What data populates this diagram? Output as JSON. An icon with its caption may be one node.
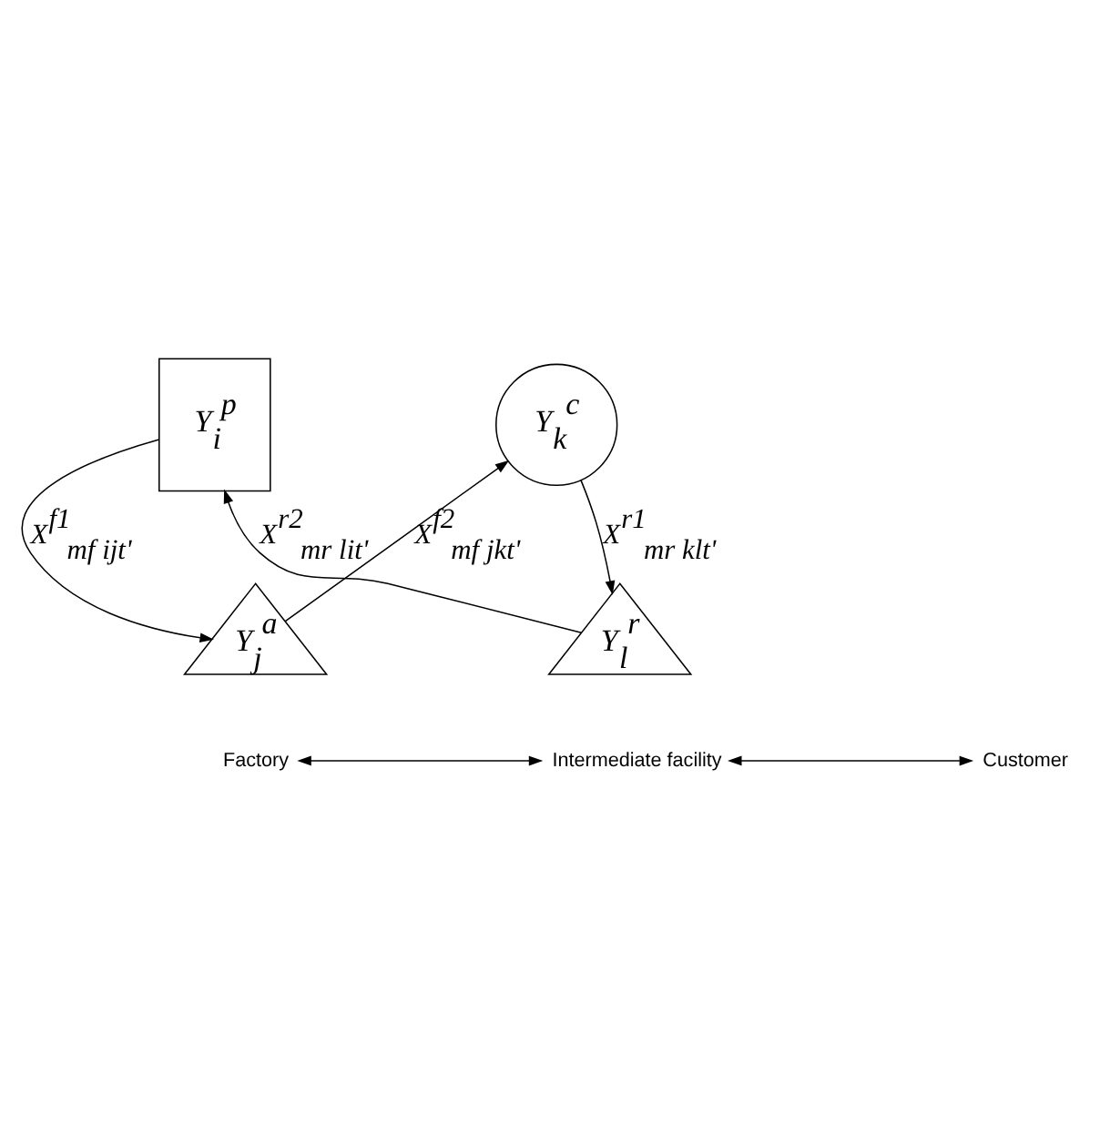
{
  "diagram": {
    "nodes": [
      {
        "text": [
          "Y$_{i}$$^{p}$"
        ]
      },
      {
        "text": [
          "Y$_{j}$$^{a}$"
        ]
      },
      {
        "text": [
          "Y$_{k}$$^{c}$"
        ]
      },
      {
        "text": [
          "Y$_{l}$$^{r}$"
        ]
      },
      {
        "text": [
          "Factory"
        ]
      },
      {
        "text": [
          "Intermediate facility"
        ]
      },
      {
        "text": [
          "Customer"
        ]
      }
    ],
    "edges": [
      {
        "from": 0,
        "to": 1,
        "arrow": "to",
        "label": "X$^{f1}$$_{mf ijt'}$"
      },
      {
        "from": 1,
        "to": 2,
        "arrow": "to",
        "label": "X$^{f2}$$_{mf jkt'}$"
      },
      {
        "from": 2,
        "to": 3,
        "arrow": "to",
        "label": "X$^{r1}$$_{mr klt'}$"
      },
      {
        "from": 3,
        "to": 0,
        "arrow": "to",
        "label": "X$^{r2}$$_{mr lit'}$"
      },
      {
        "from": 4,
        "to": 5,
        "arrow": "both"
      },
      {
        "from": 5,
        "to": 6,
        "arrow": "both"
      }
    ]
  }
}
